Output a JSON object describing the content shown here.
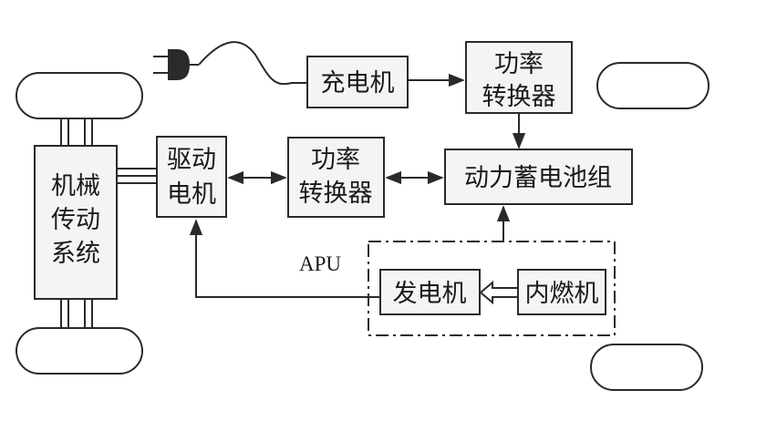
{
  "diagram": {
    "charger": "充电机",
    "power_converter_top": [
      "功率",
      "转换器"
    ],
    "battery_pack": "动力蓄电池组",
    "power_converter_mid": [
      "功率",
      "转换器"
    ],
    "drive_motor": [
      "驱动",
      "电机"
    ],
    "mechanical_transmission": [
      "机械",
      "传动",
      "系统"
    ],
    "apu_label": "APU",
    "generator": "发电机",
    "engine": "内燃机"
  },
  "colors": {
    "line": "#2a2a2a",
    "box_fill": "#f4f4f4",
    "background": "#ffffff"
  }
}
